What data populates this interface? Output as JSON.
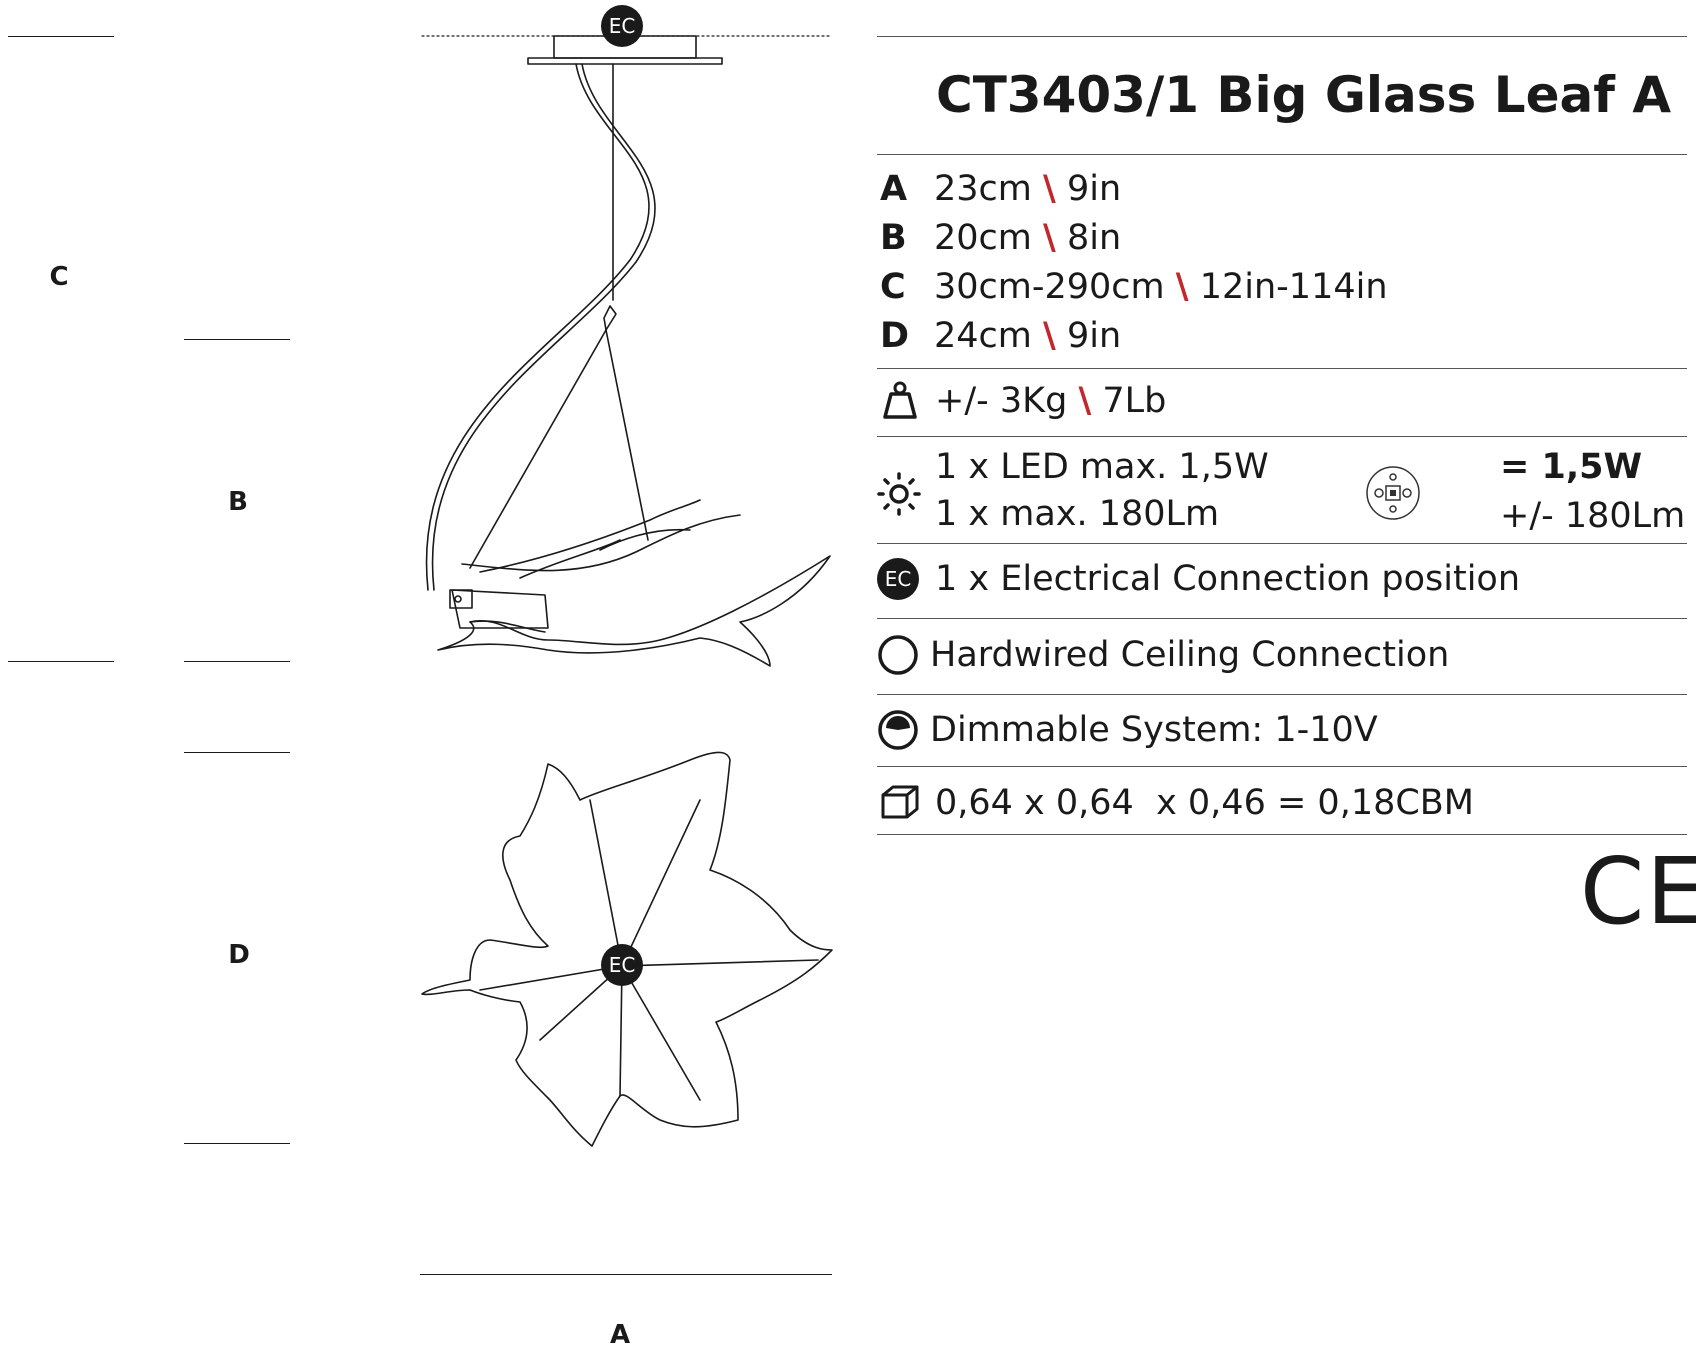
{
  "title": "CT3403/1 Big Glass Leaf A",
  "drawing": {
    "ec_badge": "EC",
    "labels": {
      "a": "A",
      "b": "B",
      "c": "C",
      "d": "D"
    }
  },
  "dimensions": [
    {
      "letter": "A",
      "metric": "23cm",
      "imperial": "9in"
    },
    {
      "letter": "B",
      "metric": "20cm",
      "imperial": "8in"
    },
    {
      "letter": "C",
      "metric": "30cm-290cm",
      "imperial": "12in-114in"
    },
    {
      "letter": "D",
      "metric": "24cm",
      "imperial": "9in"
    }
  ],
  "separator": "\\",
  "weight": {
    "icon": "weight-icon",
    "metric": "+/- 3Kg",
    "imperial": "7Lb"
  },
  "light": {
    "icon": "sun-icon",
    "line1": "1 x LED max. 1,5W",
    "line2": "1 x max. 180Lm",
    "total_power": "= 1,5W",
    "total_lumen": "+/- 180Lm",
    "led_icon": "led-chip-icon"
  },
  "ec_connection": {
    "badge": "EC",
    "text": "1 x Electrical Connection position"
  },
  "hardwired": {
    "icon": "circle-icon",
    "text": "Hardwired Ceiling Connection"
  },
  "dimmable": {
    "icon": "dimmer-icon",
    "text": "Dimmable System: 1-10V"
  },
  "packaging": {
    "icon": "box-icon",
    "text": "0,64 x 0,64  x 0,46 = 0,18CBM"
  },
  "certification": {
    "mark": "CE"
  }
}
